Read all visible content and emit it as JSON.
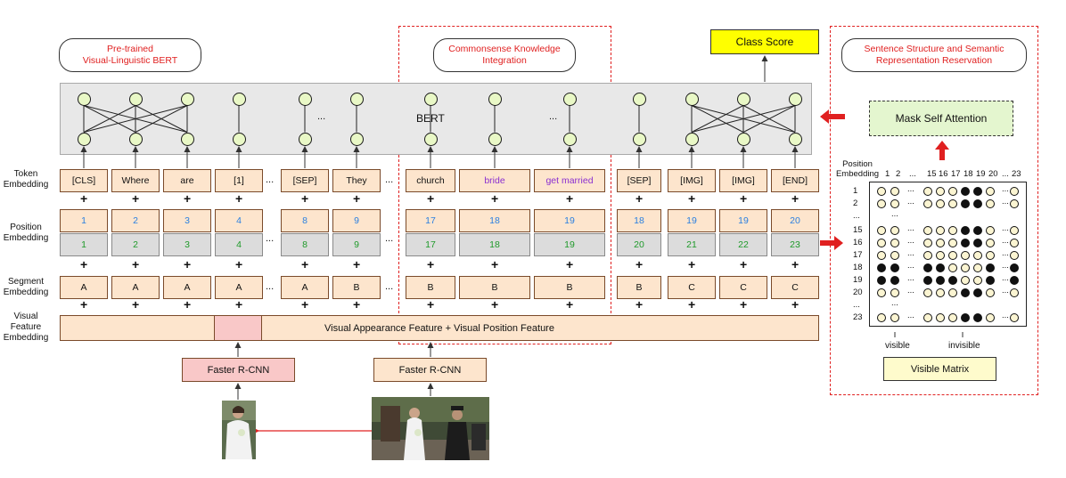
{
  "callouts": {
    "pretrained": [
      "Pre-trained",
      "Visual-Linguistic BERT"
    ],
    "commonsense": [
      "Commonsense Knowledge",
      "Integration"
    ],
    "structure": [
      "Sentence Structure and Semantic",
      "Representation Reservation"
    ]
  },
  "class_score": "Class Score",
  "bert_label": "BERT",
  "row_labels": {
    "token": [
      "Token",
      "Embedding"
    ],
    "position": [
      "Position",
      "Embedding"
    ],
    "segment": [
      "Segment",
      "Embedding"
    ],
    "visual": [
      "Visual",
      "Feature",
      "Embedding"
    ]
  },
  "tokens": [
    "[CLS]",
    "Where",
    "are",
    "[1]",
    "[SEP]",
    "They",
    "church",
    "bride",
    "get married",
    "[SEP]",
    "[IMG]",
    "[IMG]",
    "[END]"
  ],
  "pos_top": [
    "1",
    "2",
    "3",
    "4",
    "8",
    "9",
    "17",
    "18",
    "19",
    "18",
    "19",
    "19",
    "20"
  ],
  "pos_bottom": [
    "1",
    "2",
    "3",
    "4",
    "8",
    "9",
    "17",
    "18",
    "19",
    "20",
    "21",
    "22",
    "23"
  ],
  "segments": [
    "A",
    "A",
    "A",
    "A",
    "A",
    "B",
    "B",
    "B",
    "B",
    "B",
    "C",
    "C",
    "C"
  ],
  "ellipsis": "...",
  "plus": "+",
  "visual_feature": "Visual Appearance Feature + Visual Position Feature",
  "faster_rcnn": "Faster R-CNN",
  "mask_self_attention": "Mask Self Attention",
  "matrix": {
    "header_label": [
      "Position",
      "Embedding"
    ],
    "col_labels": [
      "1",
      "2",
      "...",
      "15",
      "16",
      "17",
      "18",
      "19",
      "20",
      "...",
      "23"
    ],
    "row_labels": [
      "1",
      "2",
      "...",
      "15",
      "16",
      "17",
      "18",
      "19",
      "20",
      "...",
      "23"
    ],
    "visible": "visible",
    "invisible": "invisible",
    "title": "Visible Matrix"
  },
  "colors": {
    "red": "#e02020",
    "token_fill": "#fde5cd",
    "node_fill": "#e9f8c6",
    "class_score_fill": "#ffff00",
    "attention_fill": "#e4f6cf",
    "visible_matrix_fill": "#fefbcc",
    "rcnn_pink": "#f9c8c8"
  },
  "icons": [
    "right-arrow-icon",
    "up-arrow-icon",
    "left-arrow-icon"
  ]
}
